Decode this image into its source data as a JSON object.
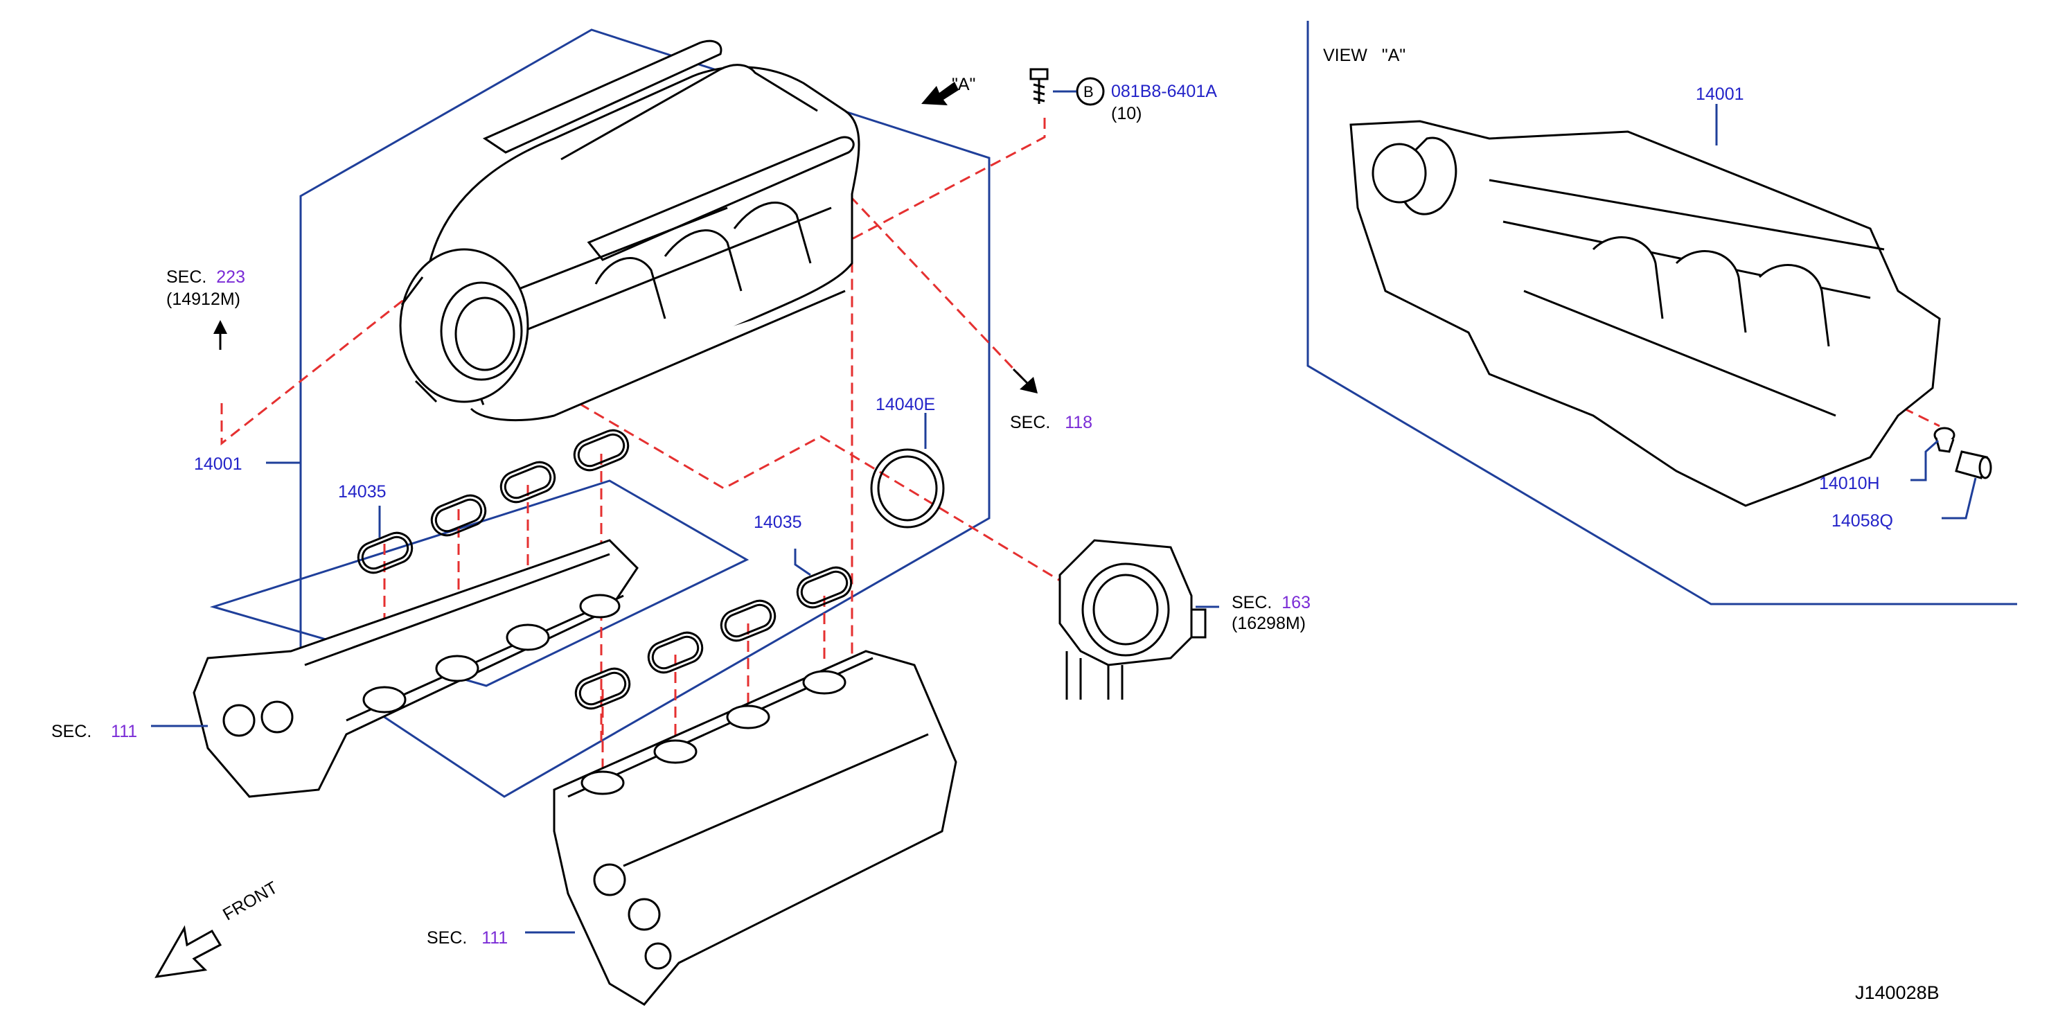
{
  "diagram_code": "J140028B",
  "view_label": "VIEW",
  "view_letter": "\"A\"",
  "arrow_view_label": "\"A\"",
  "front_label": "FRONT",
  "bolt": {
    "circle": "B",
    "part": "081B8-6401A",
    "qty": "(10)"
  },
  "parts": {
    "manifold_left": "14001",
    "manifold_view": "14001",
    "gasket_left": "14035",
    "gasket_right": "14035",
    "gasket_throttle": "14040E",
    "hose_clip": "14010H",
    "hose": "14058Q"
  },
  "sections": {
    "s223": {
      "sec": "SEC.",
      "num": "223",
      "sub": "(14912M)"
    },
    "s118": {
      "sec": "SEC.",
      "num": "118"
    },
    "s163": {
      "sec": "SEC.",
      "num": "163",
      "sub": "(16298M)"
    },
    "s111a": {
      "sec": "SEC.",
      "num": "111"
    },
    "s111b": {
      "sec": "SEC.",
      "num": "111"
    }
  },
  "colors": {
    "frame": "#1f3f9a",
    "dashed": "#e53030",
    "partnum": "#2323c8",
    "secnum": "#7a2bd6",
    "ink": "#000000"
  }
}
